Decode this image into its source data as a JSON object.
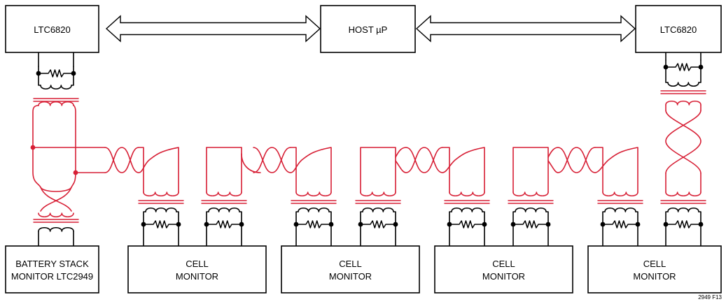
{
  "colors": {
    "line": "#000000",
    "accent": "#d71f35"
  },
  "blocks": {
    "ltc6820_left": "LTC6820",
    "host": "HOST µP",
    "ltc6820_right": "LTC6820",
    "battery_monitor_line1": "BATTERY STACK",
    "battery_monitor_line2": "MONITOR LTC2949",
    "cell_monitors": [
      {
        "line1": "CELL",
        "line2": "MONITOR"
      },
      {
        "line1": "CELL",
        "line2": "MONITOR"
      },
      {
        "line1": "CELL",
        "line2": "MONITOR"
      },
      {
        "line1": "CELL",
        "line2": "MONITOR"
      }
    ]
  },
  "figure_tag": "2949 F13"
}
